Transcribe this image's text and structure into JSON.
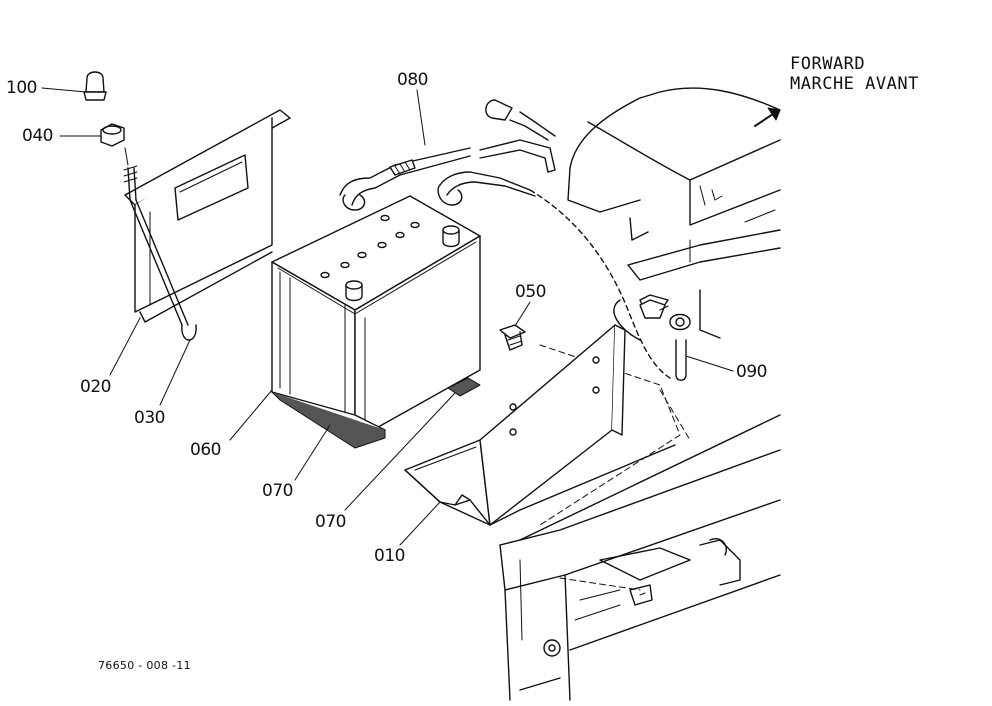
{
  "direction": {
    "line1": "FORWARD",
    "line2": "MARCHE AVANT"
  },
  "drawing_id": "76650 - 008 -11",
  "labels": {
    "p100": "100",
    "p040": "040",
    "p020": "020",
    "p030": "030",
    "p060": "060",
    "p070a": "070",
    "p070b": "070",
    "p010": "010",
    "p080": "080",
    "p050": "050",
    "p090": "090"
  },
  "colors": {
    "line": "#111111",
    "fill": "#ffffff",
    "pad": "#555555"
  }
}
